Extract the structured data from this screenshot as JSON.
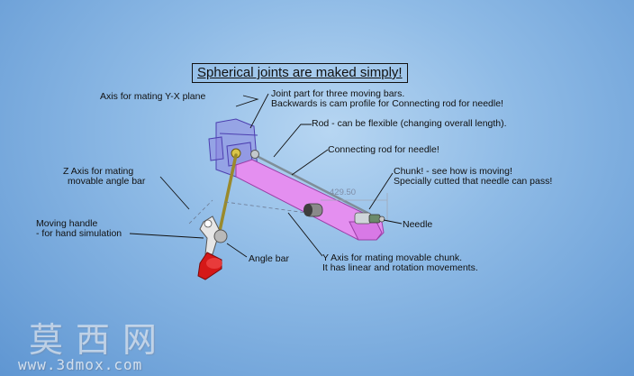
{
  "title": "Spherical joints are maked simply!",
  "dimension": "429.50",
  "labels": {
    "axis_yx": "Axis for mating Y-X plane",
    "joint_part_1": "Joint part for three moving bars.",
    "joint_part_2": "Backwards is cam profile for Connecting rod for needle!",
    "rod": "Rod - can be flexible (changing overall length).",
    "connecting_rod": "Connecting rod for needle!",
    "chunk_1": "Chunk!  - see how is moving!",
    "chunk_2": "Specially cutted that needle can pass!",
    "needle": "Needle",
    "z_axis_1": "Z Axis for mating",
    "z_axis_2": "movable angle bar",
    "moving_handle_1": "Moving handle",
    "moving_handle_2": "- for hand simulation",
    "angle_bar": "Angle bar",
    "y_axis_1": "Y Axis for mating  movable chunk.",
    "y_axis_2": "It has linear and rotation movements."
  },
  "watermark": {
    "chinese": "莫西网",
    "url": "www.3dmox.com"
  },
  "colors": {
    "frame": "#8c86e0",
    "connecting_rod": "#e48ff0",
    "angle_bar": "#9a8a2c",
    "handle_knob": "#d51818",
    "rod": "#7f8e99"
  }
}
